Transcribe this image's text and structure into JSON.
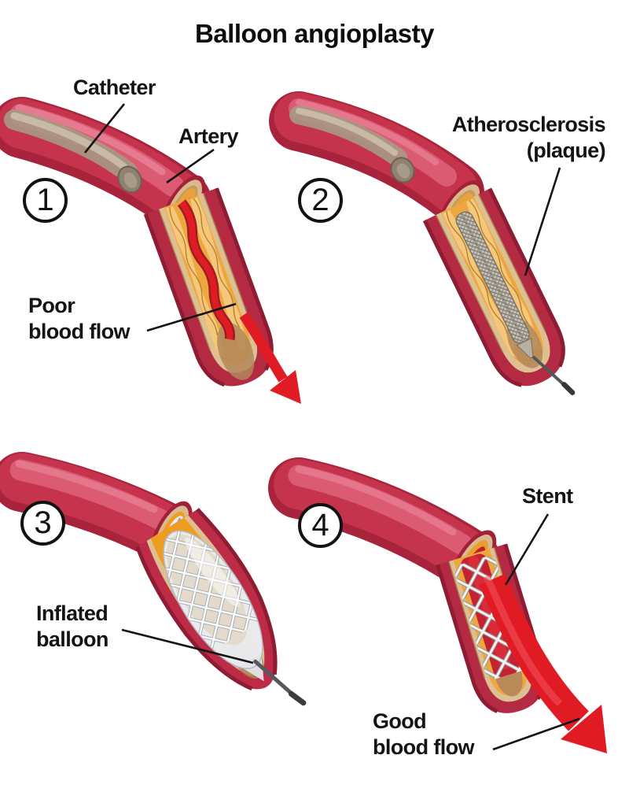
{
  "title": "Balloon angioplasty",
  "panels": {
    "step1": {
      "step": "1",
      "labels": {
        "catheter": "Catheter",
        "artery": "Artery",
        "poor_line1": "Poor",
        "poor_line2": "blood flow"
      }
    },
    "step2": {
      "step": "2",
      "labels": {
        "athero_line1": "Atherosclerosis",
        "athero_line2": "(plaque)"
      }
    },
    "step3": {
      "step": "3",
      "labels": {
        "inflated_line1": "Inflated",
        "inflated_line2": "balloon"
      }
    },
    "step4": {
      "step": "4",
      "labels": {
        "stent": "Stent",
        "good_line1": "Good",
        "good_line2": "blood flow"
      }
    }
  },
  "colors": {
    "artery_red": "#c5334d",
    "artery_dark": "#a8243c",
    "artery_highlight": "#dd5f78",
    "plaque_yellow": "#eda73f",
    "plaque_light": "#f6cf8b",
    "lumen_cream": "#ddbf92",
    "blood_red": "#e01b24",
    "catheter_gray": "#a79a87",
    "device_gray": "#c6c1b6",
    "balloon_white": "#eaecf1",
    "stent_white": "#f8f8f8",
    "ink": "#141414"
  }
}
